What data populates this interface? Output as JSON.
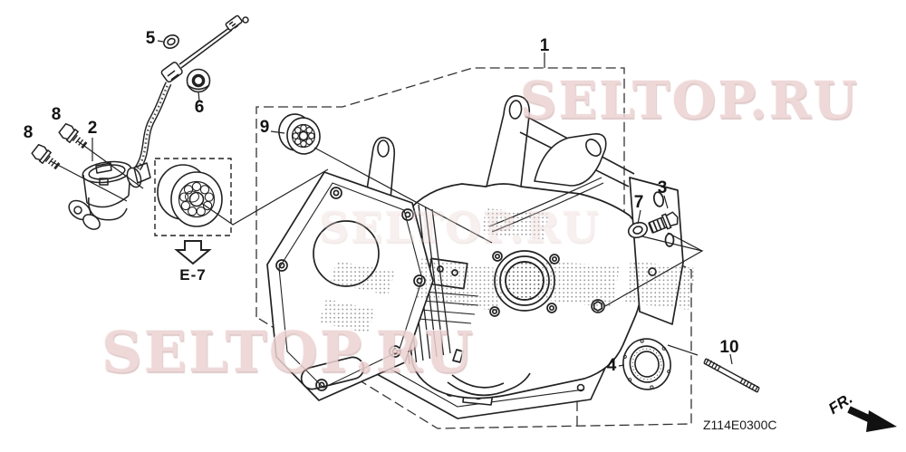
{
  "diagram": {
    "code": "Z114E0300C",
    "reference_box_label": "E-7",
    "front_indicator": "FR.",
    "callouts": [
      {
        "id": "callout-1",
        "text": "1"
      },
      {
        "id": "callout-2",
        "text": "2"
      },
      {
        "id": "callout-3",
        "text": "3"
      },
      {
        "id": "callout-4",
        "text": "4"
      },
      {
        "id": "callout-5",
        "text": "5"
      },
      {
        "id": "callout-6",
        "text": "6"
      },
      {
        "id": "callout-7",
        "text": "7"
      },
      {
        "id": "callout-8-upper",
        "text": "8"
      },
      {
        "id": "callout-8-lower",
        "text": "8"
      },
      {
        "id": "callout-9",
        "text": "9"
      },
      {
        "id": "callout-10",
        "text": "10"
      }
    ],
    "watermarks": {
      "top_right": "SELTOP.RU",
      "bottom_left": "SELTOP.RU",
      "middle_faint": "SELTOP.RU"
    },
    "colors": {
      "line": "#222222",
      "watermark_pink": "#ecd2d2"
    }
  }
}
